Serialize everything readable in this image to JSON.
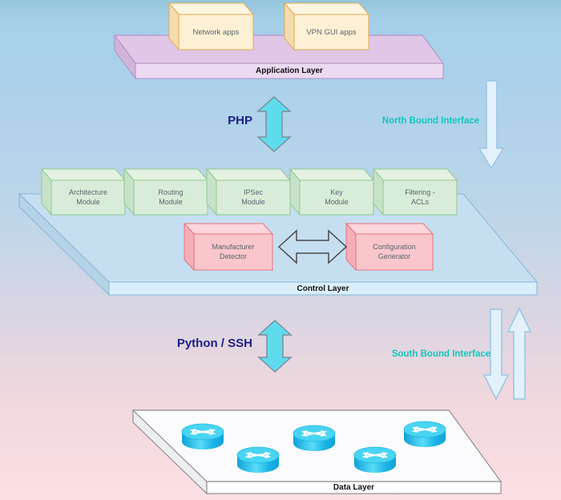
{
  "colors": {
    "protocol_text": "#1b1f8a",
    "interface_text": "#14c4bd",
    "cyan_arrow": "#5edcee",
    "pale_arrow": "#e2f1fc",
    "application_platform": "#ecdaf2",
    "control_platform": "#c6dff0",
    "data_platform": "#ffffff",
    "app_box": "#fdf0d4",
    "module_box": "#d9ecd9",
    "component_box": "#f9c6cc",
    "router_cyan": "#29c4ec"
  },
  "diagram": {
    "application_layer": {
      "label": "Application Layer",
      "apps": [
        {
          "label": "Network apps"
        },
        {
          "label": "VPN GUI apps"
        }
      ]
    },
    "north": {
      "protocol": "PHP",
      "interface": "North Bound Interface"
    },
    "control_layer": {
      "label": "Control Layer",
      "modules": [
        {
          "label": "Architecture\nModule"
        },
        {
          "label": "Routing\nModule"
        },
        {
          "label": "IPSec\nModule"
        },
        {
          "label": "Key\nModule"
        },
        {
          "label": "Filtering -\nACLs"
        }
      ],
      "components": [
        {
          "label": "Manufacturer\nDetector"
        },
        {
          "label": "Configuration\nGenerator"
        }
      ]
    },
    "south": {
      "protocol": "Python / SSH",
      "interface": "South Bound Interface"
    },
    "data_layer": {
      "label": "Data Layer",
      "router_count": 5
    }
  }
}
